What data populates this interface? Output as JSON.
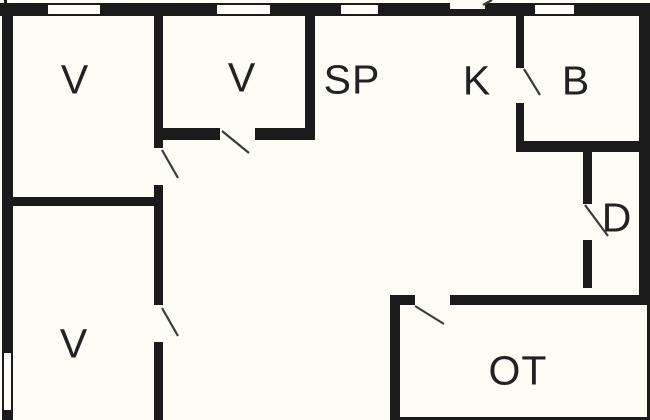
{
  "plan": {
    "type": "floor-plan",
    "colors": {
      "background": "#fdfdf6",
      "wall": "#1b1b1b",
      "door_swing_line": "#3b3b3b",
      "label_text": "#222222"
    },
    "rooms": [
      {
        "id": "room-v-top-left",
        "label": "V"
      },
      {
        "id": "room-v-top-middle",
        "label": "V"
      },
      {
        "id": "room-v-bottom-left",
        "label": "V"
      },
      {
        "id": "room-sp",
        "label": "SP"
      },
      {
        "id": "room-k",
        "label": "K"
      },
      {
        "id": "room-b",
        "label": "B"
      },
      {
        "id": "room-d",
        "label": "D"
      },
      {
        "id": "room-ot",
        "label": "OT"
      }
    ],
    "symbol_counts": {
      "windows": 5,
      "door_openings": 7
    }
  }
}
